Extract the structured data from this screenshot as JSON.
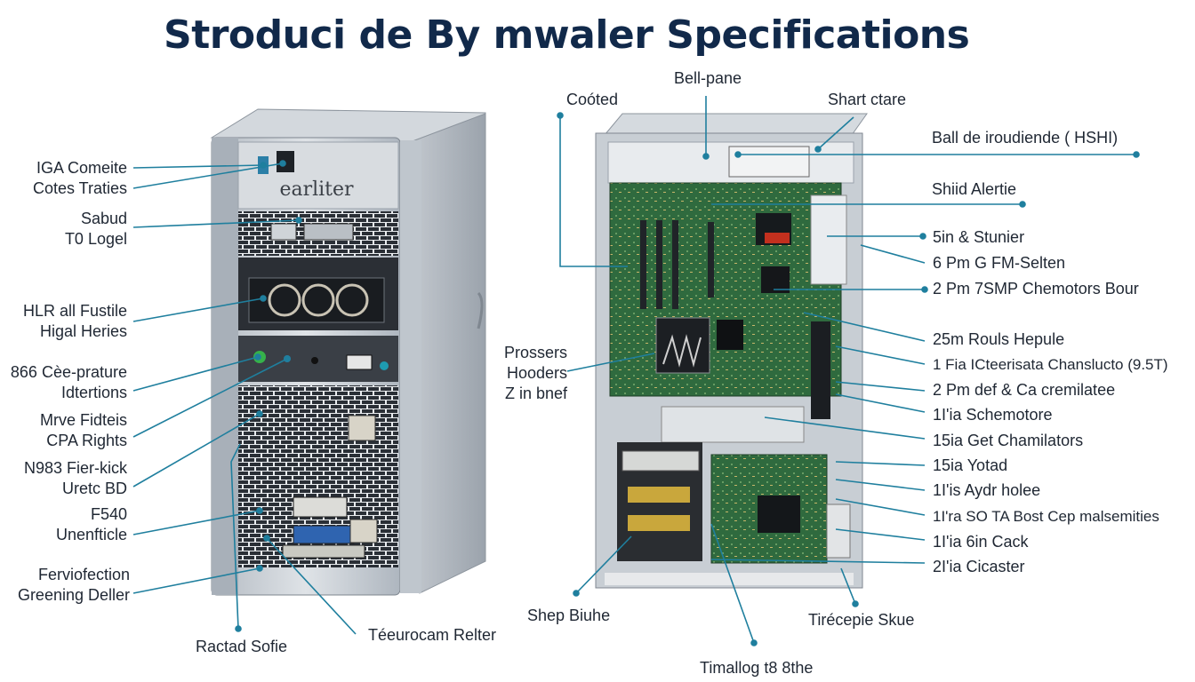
{
  "title": "Stroduci de By mwaler Specifications",
  "brand_badge": "earliter",
  "colors": {
    "title": "#11294a",
    "leader": "#1f7f9e",
    "board": "#2e6b3f",
    "case_front": "#9aa3ad"
  },
  "left_labels": [
    {
      "lines": [
        "IGA Comeite",
        "Cotes Traties"
      ]
    },
    {
      "lines": [
        "Sabud",
        "T0 Logel"
      ]
    },
    {
      "lines": [
        "HLR all Fustile",
        "Higal Heries"
      ]
    },
    {
      "lines": [
        "866 Cèe-prature",
        "Idtertions"
      ]
    },
    {
      "lines": [
        "Mrve Fidteis",
        "CPA Rights"
      ]
    },
    {
      "lines": [
        "N983 Fier-kick",
        "Uretc BD"
      ]
    },
    {
      "lines": [
        "F540",
        "Unenfticle"
      ]
    },
    {
      "lines": [
        "Ferviofection",
        "Greening Deller"
      ]
    }
  ],
  "bottom_left_labels": [
    "Ractad Sofie",
    "Téeurocam Relter"
  ],
  "center_labels": {
    "cooled": "Coóted",
    "bell_pane": "Bell-pane",
    "shart_stare": "Shart ctare",
    "processors": [
      "Prossers",
      "Hooders",
      "Z in bnef"
    ],
    "shep_biuhe": "Shep Biuhe",
    "timallog": "Timallog t8 8the",
    "tirecepie": "Tirécepie Skue"
  },
  "right_labels": [
    "Ball de iroudiende ( HSHI)",
    "Shiid Alertie",
    "5in & Stunier",
    "6 Pm G FM-Selten",
    "2 Pm 7SMP Chemotors Bour",
    "25m Rouls Hepule",
    "1 Fia ICteerisata Chanslucto (9.5T)",
    "2 Pm def & Ca cremilatee",
    "1I'ia Schemotore",
    "15ia Get Chamilators",
    "15ia Yotad",
    "1I'is Aydr holee",
    "1I'ra SO TA Bost Cep malsemities",
    "1I'ia 6in Cack",
    "2I'ia Cicaster"
  ]
}
